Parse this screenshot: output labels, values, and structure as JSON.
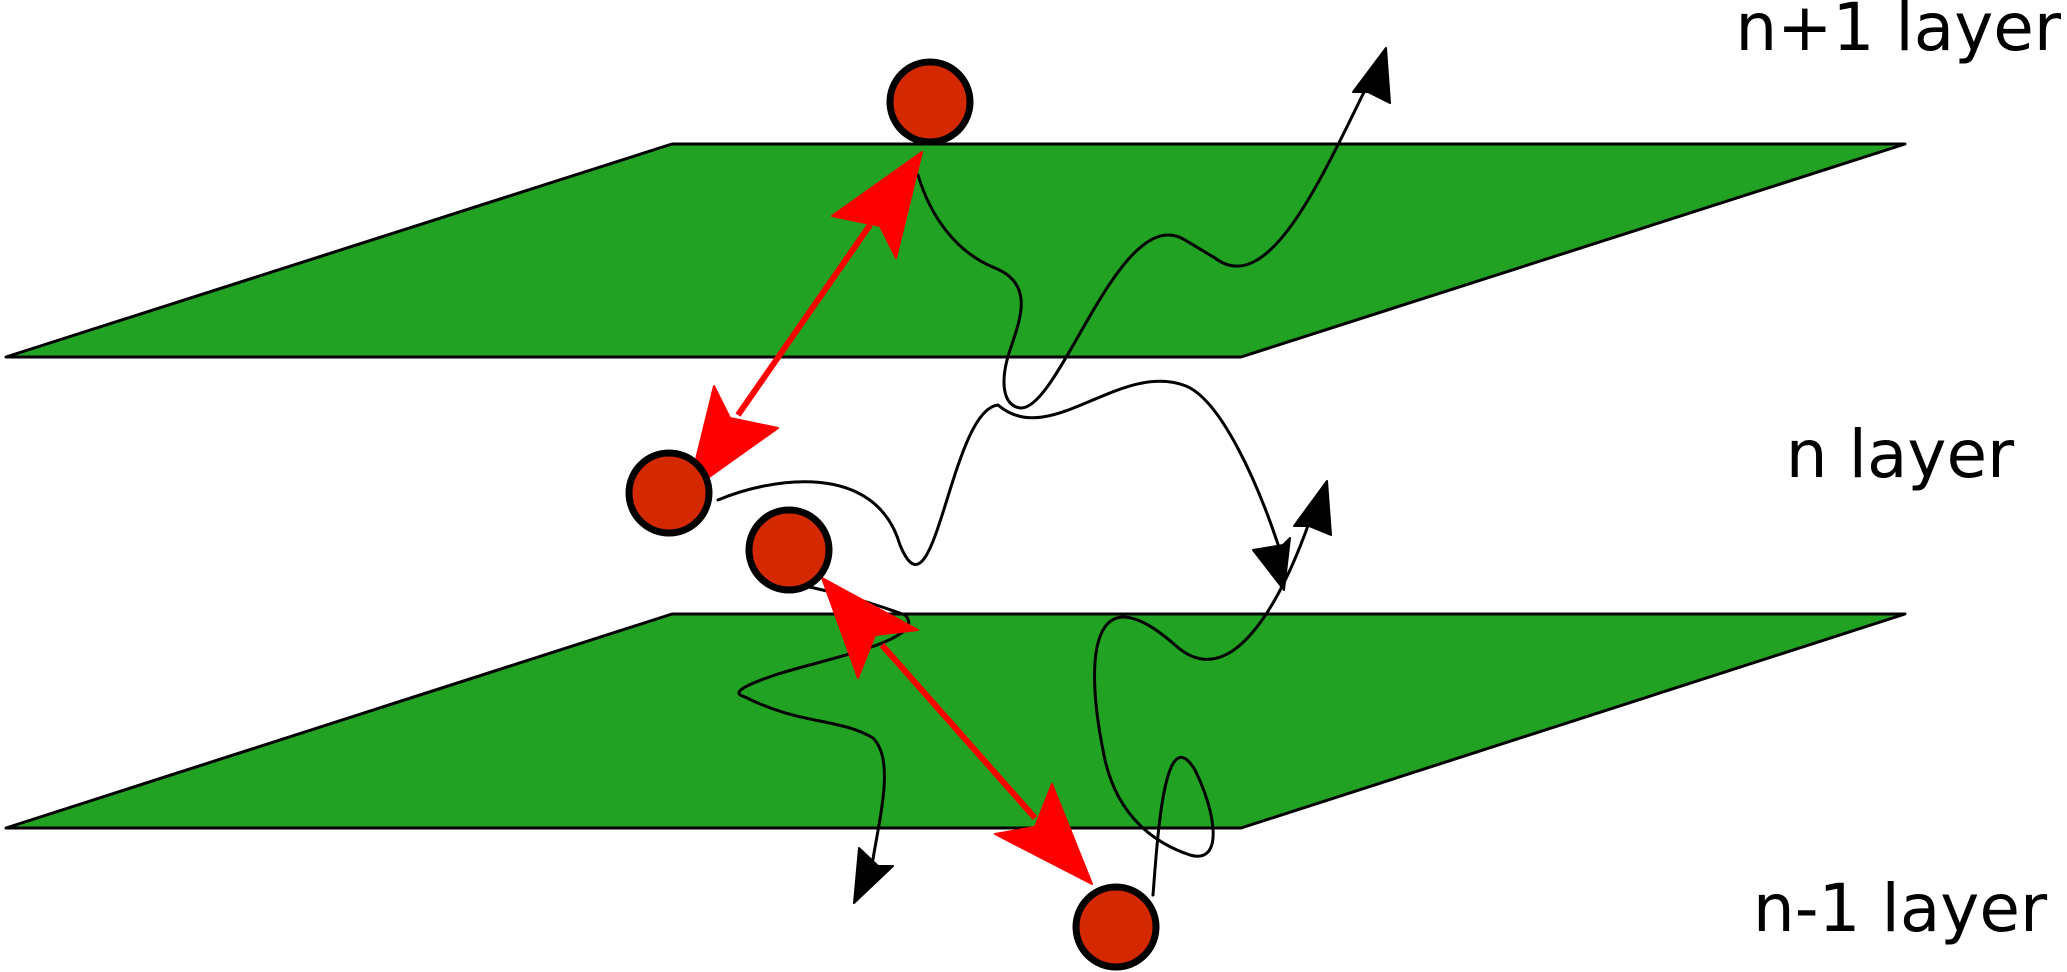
{
  "labels": {
    "upper_layer": "n+1 layer",
    "middle_layer": "n layer",
    "lower_layer": "n-1 layer"
  },
  "colors": {
    "plane": "#22a222",
    "particle": "#d42800",
    "jump_arrow": "#ff0000",
    "path": "#000000"
  }
}
